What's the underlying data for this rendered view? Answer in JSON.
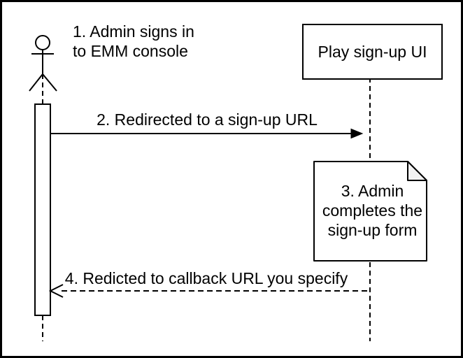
{
  "actor": {
    "label": [
      "1. Admin signs in",
      "to EMM console"
    ]
  },
  "participant": {
    "label": "Play sign-up UI"
  },
  "messages": {
    "redirect": {
      "label": "2. Redirected to a sign-up URL",
      "style": "solid-filled-arrow"
    },
    "callback": {
      "label": "4. Redicted to callback URL you specify",
      "style": "dashed-open-arrow"
    }
  },
  "note": {
    "lines": [
      "3. Admin",
      "completes the",
      "sign-up form"
    ]
  },
  "colors": {
    "stroke": "#000000",
    "background": "#ffffff",
    "note_fill": "#ffffff",
    "note_fold_fill": "#f2f2f2",
    "text": "#000000"
  }
}
